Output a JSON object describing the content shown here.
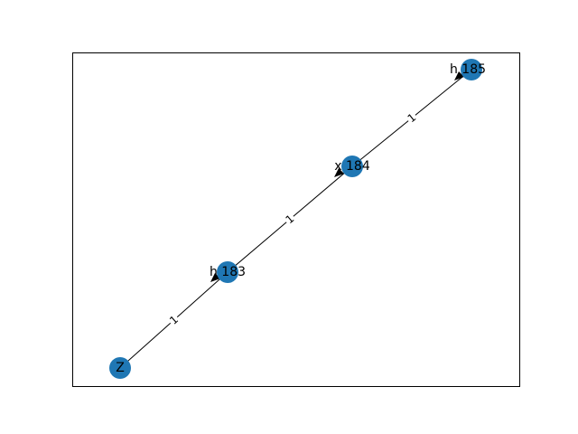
{
  "graph": {
    "directed": true,
    "nodes": [
      {
        "id": "Z",
        "label": "Z"
      },
      {
        "id": "h183",
        "label": "h 183"
      },
      {
        "id": "x184",
        "label": "x 184"
      },
      {
        "id": "h185",
        "label": "h 185"
      }
    ],
    "edges": [
      {
        "from": "Z",
        "to": "h183",
        "label": "1"
      },
      {
        "from": "h183",
        "to": "x184",
        "label": "1"
      },
      {
        "from": "x184",
        "to": "h185",
        "label": "1"
      }
    ]
  },
  "colors": {
    "node_fill": "#1f77b4",
    "edge_stroke": "#000000",
    "frame_stroke": "#000000",
    "background": "#ffffff"
  }
}
